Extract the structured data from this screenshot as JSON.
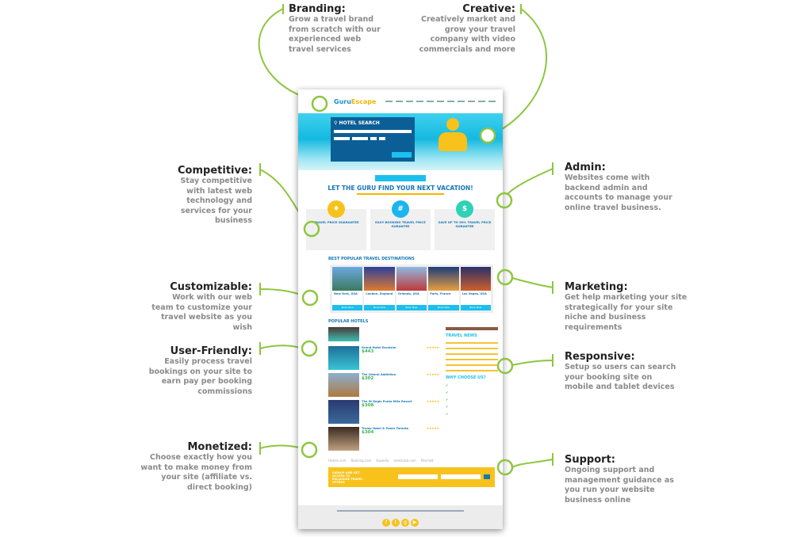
{
  "accent": "#8dc63f",
  "annotations": {
    "branding": {
      "title": "Branding:",
      "text": "Grow a travel brand from scratch with our experienced web travel services"
    },
    "creative": {
      "title": "Creative:",
      "text": "Creatively market and grow your travel company with video commercials and more"
    },
    "competitive": {
      "title": "Competitive:",
      "text": "Stay competitive with latest web technology and services for your business"
    },
    "admin": {
      "title": "Admin:",
      "text": "Websites come with backend admin and accounts to manage your online travel business."
    },
    "customizable": {
      "title": "Customizable:",
      "text": "Work with our web team to customize your travel website as you wish"
    },
    "marketing": {
      "title": "Marketing:",
      "text": "Get help marketing your site strategically for your site niche and business requirements"
    },
    "userfriendly": {
      "title": "User-Friendly:",
      "text": "Easily process travel bookings on your site to earn pay per booking commissions"
    },
    "responsive": {
      "title": "Responsive:",
      "text": "Setup so users can search your booking site on mobile and tablet devices"
    },
    "monetized": {
      "title": "Monetized:",
      "text": "Choose exactly how you want to make money from your site (affiliate vs. direct booking)"
    },
    "support": {
      "title": "Support:",
      "text": "Ongoing support and management guidance as you run your website business online"
    }
  },
  "mockup": {
    "logo_a": "Guru",
    "logo_b": "Escape",
    "hotel_search": "HOTEL SEARCH",
    "headline": "LET THE GURU FIND YOUR NEXT VACATION!",
    "features": [
      {
        "label": "TRAVEL PRICE GUARANTEE",
        "icon": "trophy"
      },
      {
        "label": "EASY BOOKING TRAVEL PRICE GURANTEE",
        "icon": "tag"
      },
      {
        "label": "SAVE UP TO 50% TRAVEL PRICE GURANTEE",
        "icon": "dollar"
      }
    ],
    "destinations_title": "BEST POPULAR TRAVEL DESTINATIONS",
    "destinations": [
      {
        "name": "New York, USA"
      },
      {
        "name": "London, England"
      },
      {
        "name": "Orlando, USA"
      },
      {
        "name": "Paris, France"
      },
      {
        "name": "Las Vegas, USA"
      }
    ],
    "book_now": "Book Now",
    "hotels_title": "POPULAR HOTELS",
    "hotels": [
      {
        "name": "Grand Hotel Excelsior",
        "price": "$443"
      },
      {
        "name": "The Liberal Addiction",
        "price": "$302"
      },
      {
        "name": "The St Regis Punta Mita Resort",
        "price": "$308"
      },
      {
        "name": "Trump Hotel & Tower Toronto",
        "price": "$304"
      }
    ],
    "stars": "★★★★★",
    "travel_news": "TRAVEL NEWS",
    "why_choose": "WHY CHOOSE US?",
    "partners": [
      "Hotels.com",
      "Booking.com",
      "Expedia",
      "hotelclub.com",
      "Marriott"
    ],
    "signup": "SIGNUP AND GET ACCESS TO EXCLUSIVE TRAVEL OFFERS"
  }
}
